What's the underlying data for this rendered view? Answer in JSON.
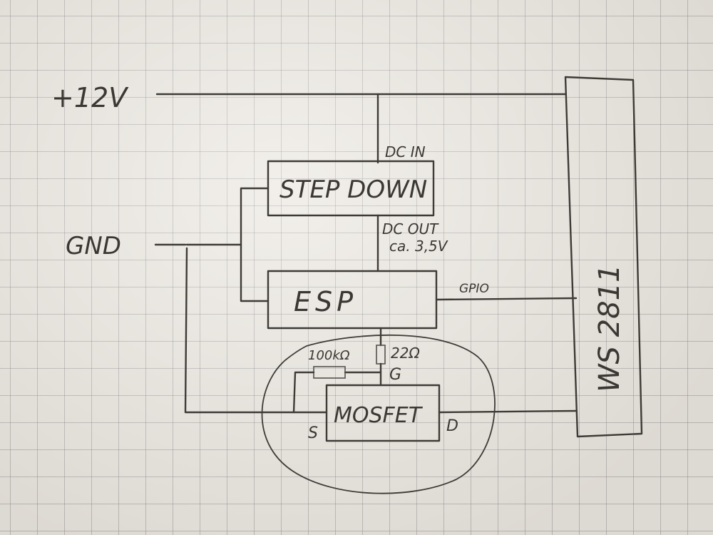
{
  "labels": {
    "plus12v": "+12V",
    "gnd": "GND",
    "dc_in": "DC IN",
    "dc_out": "DC OUT",
    "dc_out_voltage": "ca. 3,5V",
    "gpio": "GPIO",
    "ws2811": "WS 2811"
  },
  "blocks": {
    "step_down": "STEP DOWN",
    "esp": "ESP",
    "mosfet": "MOSFET"
  },
  "mosfet_pins": {
    "gate": "G",
    "source": "S",
    "drain": "D"
  },
  "resistors": {
    "gate_resistor": "22Ω",
    "pulldown_resistor": "100kΩ"
  },
  "colors": {
    "ink": "#3e3b37",
    "paper": "#ebe7e0",
    "grid": "#8a8a90"
  }
}
